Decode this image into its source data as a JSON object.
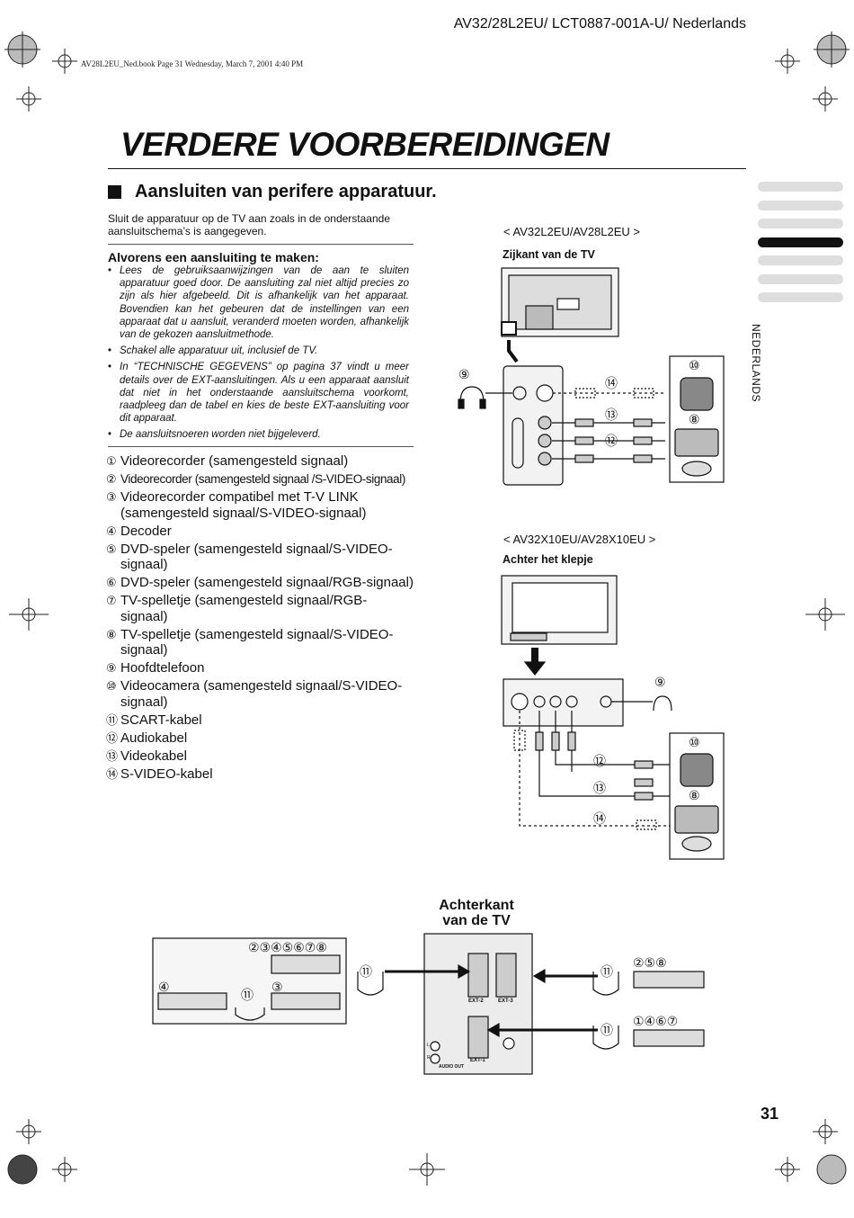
{
  "header": {
    "code": "AV32/28L2EU/ LCT0887-001A-U/ Nederlands",
    "book_line": "AV28L2EU_Ned.book  Page 31  Wednesday, March 7, 2001  4:40 PM"
  },
  "title": "VERDERE VOORBEREIDINGEN",
  "subtitle": "Aansluiten van perifere apparatuur.",
  "intro": "Sluit de apparatuur op de TV aan zoals in de onderstaande aansluitschema’s is aangegeven.",
  "prep": {
    "title": "Alvorens een aansluiting te maken:",
    "bullets": [
      "Lees de gebruiksaanwijzingen van de aan te sluiten apparatuur goed door. De aansluiting zal niet altijd precies zo zijn als hier afgebeeld. Dit is afhankelijk van het apparaat. Bovendien kan het gebeuren dat de instellingen van een apparaat dat u aansluit, veranderd moeten worden, afhankelijk van de gekozen aansluitmethode.",
      "Schakel alle apparatuur uit, inclusief de TV.",
      "In “TECHNISCHE GEGEVENS” op pagina 37 vindt u meer details over de EXT-aansluitingen. Als u een apparaat aansluit dat niet in het onderstaande aansluitschema voorkomt, raadpleeg dan de tabel en kies de beste EXT-aansluiting voor dit apparaat.",
      "De aansluitsnoeren worden niet bijgeleverd."
    ]
  },
  "items": [
    {
      "num": "①",
      "text": "Videorecorder (samengesteld signaal)"
    },
    {
      "num": "②",
      "text": "Videorecorder (samengesteld signaal /S-VIDEO-signaal)"
    },
    {
      "num": "③",
      "text": "Videorecorder compatibel met T-V LINK (samengesteld signaal/S-VIDEO-signaal)"
    },
    {
      "num": "④",
      "text": "Decoder"
    },
    {
      "num": "⑤",
      "text": "DVD-speler (samengesteld signaal/S-VIDEO-signaal)"
    },
    {
      "num": "⑥",
      "text": "DVD-speler (samengesteld signaal/RGB-signaal)"
    },
    {
      "num": "⑦",
      "text": "TV-spelletje (samengesteld signaal/RGB-signaal)"
    },
    {
      "num": "⑧",
      "text": "TV-spelletje (samengesteld signaal/S-VIDEO-signaal)"
    },
    {
      "num": "⑨",
      "text": "Hoofdtelefoon"
    },
    {
      "num": "⑩",
      "text": "Videocamera (samengesteld signaal/S-VIDEO-signaal)"
    },
    {
      "num": "⑪",
      "text": "SCART-kabel"
    },
    {
      "num": "⑫",
      "text": "Audiokabel"
    },
    {
      "num": "⑬",
      "text": "Videokabel"
    },
    {
      "num": "⑭",
      "text": "S-VIDEO-kabel"
    }
  ],
  "side_tab": "NEDERLANDS",
  "diagram1": {
    "model": "< AV32L2EU/AV28L2EU >",
    "caption": "Zijkant van de TV",
    "labels": [
      "⑨",
      "⑭",
      "⑬",
      "⑫",
      "⑩",
      "⑧"
    ]
  },
  "diagram2": {
    "model": "< AV32X10EU/AV28X10EU >",
    "caption": "Achter het klepje",
    "labels": [
      "⑨",
      "⑩",
      "⑫",
      "⑬",
      "⑧",
      "⑭"
    ]
  },
  "diagram3": {
    "caption_line1": "Achterkant",
    "caption_line2": "van de TV",
    "group_left_top": "②③④⑤⑥⑦⑧",
    "label_4": "④",
    "label_3": "③",
    "label_11": "⑪",
    "group_right_top": "②⑤⑧",
    "group_right_bottom": "①④⑥⑦",
    "ext2": "EXT-2",
    "ext3": "EXT-3",
    "ext1": "EXT-1",
    "audio_out": "AUDIO OUT",
    "audio_l": "L",
    "audio_r": "R"
  },
  "page_number": "31"
}
